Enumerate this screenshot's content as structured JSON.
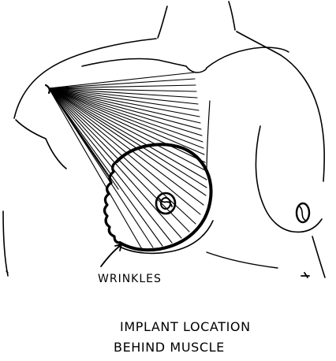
{
  "annotations": {
    "wrinkles_label": "WRINKLES"
  },
  "caption": {
    "line1": "IMPLANT LOCATION",
    "line2": "BEHIND MUSCLE"
  },
  "colors": {
    "ink": "#000000",
    "paper": "#ffffff"
  }
}
